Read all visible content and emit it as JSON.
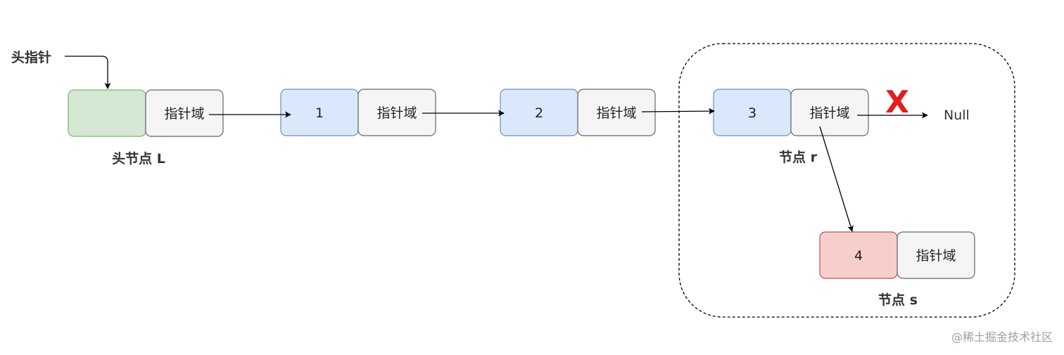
{
  "head_pointer_label": "头指针",
  "pointer_field_label": "指针域",
  "head_node": {
    "data": "",
    "label": "头节点 L",
    "fill": "#d5e8d4",
    "stroke": "#82b366"
  },
  "node_1": {
    "data": "1",
    "fill": "#dae8fc",
    "stroke": "#6c8ebf"
  },
  "node_2": {
    "data": "2",
    "fill": "#dae8fc",
    "stroke": "#6c8ebf"
  },
  "node_r": {
    "data": "3",
    "label": "节点 r",
    "fill": "#dae8fc",
    "stroke": "#6c8ebf"
  },
  "node_s": {
    "data": "4",
    "label": "节点 s",
    "fill": "#f8cecc",
    "stroke": "#b85450"
  },
  "null_label": "Null",
  "cross_mark": {
    "text": "X",
    "color": "#e02020"
  },
  "watermark": "@稀土掘金技术社区"
}
